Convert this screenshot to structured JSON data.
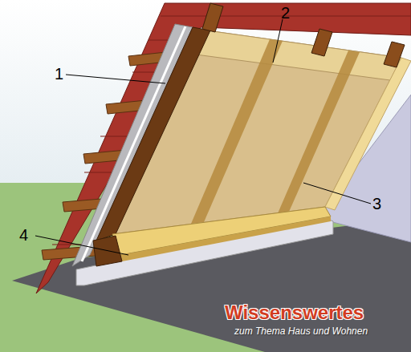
{
  "diagram": {
    "labels": [
      "1",
      "2",
      "3",
      "4",
      "Wissenswertes",
      "zum Thema Haus und Wohnen"
    ]
  }
}
